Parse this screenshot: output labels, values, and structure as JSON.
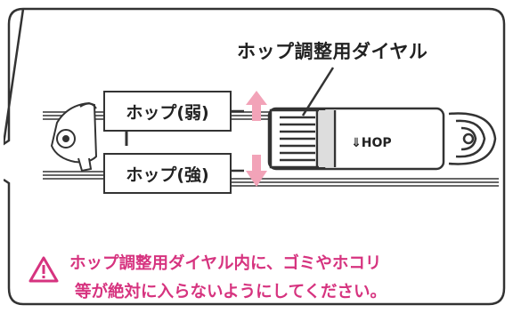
{
  "callout": {
    "dial_label": "ホップ調整用ダイヤル"
  },
  "hop_weak": "ホップ(弱)",
  "hop_strong": "ホップ(強)",
  "barrel_label": "⇓HOP",
  "warning": {
    "line1": "ホップ調整用ダイヤル内に、ゴミやホコリ",
    "line2": "等が絶対に入らないようにしてください。"
  },
  "colors": {
    "warning_pink": "#d6337f",
    "arrow_pink": "#f2a3b8",
    "line": "#333333"
  }
}
